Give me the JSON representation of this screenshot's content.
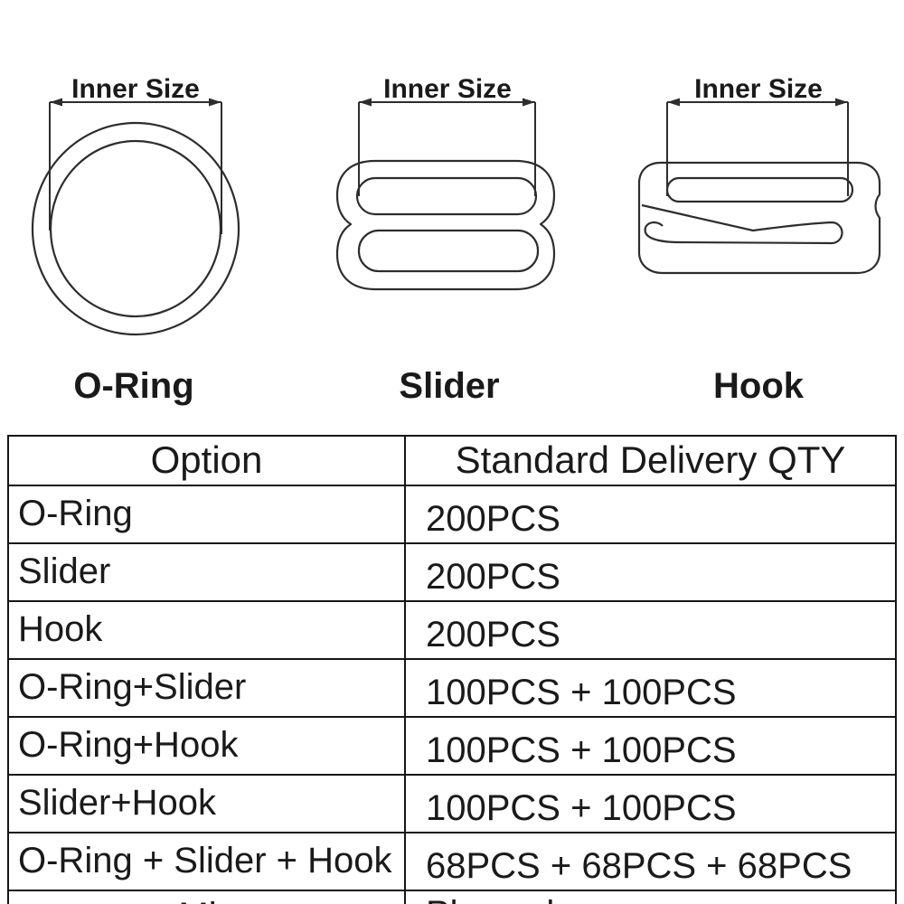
{
  "figures": {
    "oring": {
      "dim_label": "Inner Size",
      "name": "O-Ring"
    },
    "slider": {
      "dim_label": "Inner Size",
      "name": "Slider"
    },
    "hook": {
      "dim_label": "Inner Size",
      "name": "Hook"
    }
  },
  "table": {
    "header": {
      "option": "Option",
      "qty": "Standard Delivery QTY"
    },
    "rows": [
      {
        "option": "O-Ring",
        "qty": "200PCS"
      },
      {
        "option": "Slider",
        "qty": "200PCS"
      },
      {
        "option": "Hook",
        "qty": "200PCS"
      },
      {
        "option": "O-Ring+Slider",
        "qty": "100PCS + 100PCS"
      },
      {
        "option": "O-Ring+Hook",
        "qty": "100PCS + 100PCS"
      },
      {
        "option": "Slider+Hook",
        "qty": "100PCS + 100PCS"
      },
      {
        "option": "O-Ring + Slider + Hook",
        "qty": "68PCS + 68PCS + 68PCS"
      },
      {
        "option": "Mix",
        "qty": "Please leave a message."
      }
    ]
  },
  "colors": {
    "drawing_line": "#2d2d2d",
    "table_border": "#161616",
    "text": "#1a1a1a",
    "highlight_red": "#ee1111",
    "background": "#ffffff"
  }
}
